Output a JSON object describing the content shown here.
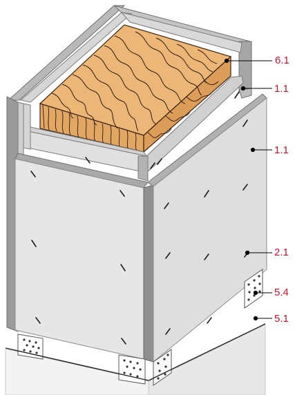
{
  "colors": {
    "label": "#d0112b",
    "leader": "#000000",
    "board_face": "#e4e4e4",
    "board_edge": "#8c8c8c",
    "board_edge_light": "#c8c8c8",
    "timber": "#e9b472",
    "timber_grain": "#2a1a0c",
    "base_block": "#f2f2f2",
    "plate": "#ffffff"
  },
  "callouts": [
    {
      "label": "6.1",
      "part": "timber-beam"
    },
    {
      "label": "1.1",
      "part": "inner-board-layer"
    },
    {
      "label": "1.1",
      "part": "outer-board-layer"
    },
    {
      "label": "2.1",
      "part": "screws"
    },
    {
      "label": "5.4",
      "part": "steel-plate"
    },
    {
      "label": "5.1",
      "part": "support"
    }
  ]
}
